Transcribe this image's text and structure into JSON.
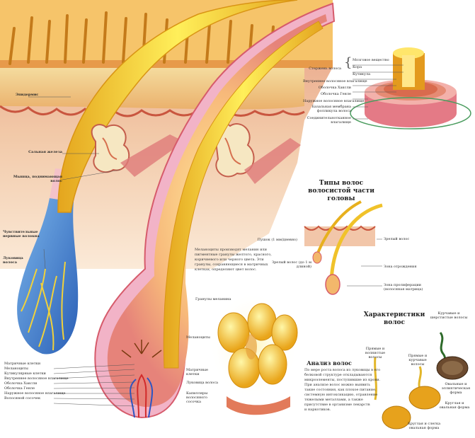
{
  "main_labels": {
    "epidermis": "Эпидермис",
    "sebaceous_gland": "Сальная железа",
    "arrector_muscle": "Мышца, поднимающая волос",
    "sensory_nerves": "Чувствительные нервные волокна",
    "bulb": "Луковица волоса",
    "melanin_granules": "Гранулы меланина",
    "melanocytes_right": "Меланоциты",
    "matrix_cells": "Матричные клетки",
    "hair_bulb_right": "Луковица волоса",
    "papilla_capillaries": "Капилляры волосяного сосочка"
  },
  "bulb_layers": [
    "Матричные клетки",
    "Меланоциты",
    "Кутикулярные клетки",
    "Внутреннее волосяное влагалище",
    "Оболочка Хаксли",
    "Оболочка Генле",
    "Наружное волосяное влагалище",
    "Волосяной сосочек"
  ],
  "cross_section": {
    "shaft_group": "Стержень волоса",
    "labels": [
      "Мозговое вещество",
      "Кора",
      "Кутикула",
      "Внутреннее волосяное влагалище",
      "Оболочка Хаксли",
      "Оболочка Генле",
      "Наружное волосяное влагалище",
      "Базальная мембрана фолликула волоса",
      "Соединительнотканное влагалище"
    ]
  },
  "melanin_text": "Меланоциты производят меланин или\nпигментные гранулы желтого, красного,\nкоричневого или черного цвета. Эти\nгранулы, сохраняющиеся в матричных\nклетках, определяют цвет волос.",
  "types": {
    "title": "Типы волос волосистой части головы",
    "vellus": "Пушок (1 мм/дневно)",
    "mature_left": "Зрелый волос (до 1 м длиной)",
    "mature_right": "Зрелый волос",
    "growth_zone": "Зона отрождения",
    "prolif_zone": "Зона пролиферации (волосяная матрица)"
  },
  "analysis": {
    "title": "Анализ волос",
    "text": "По мере роста волоса из луковицы в его\nбелковой структуре откладываются\nмикроэлементы, поступившие из крови.\nПри анализе волос можно выявить\nтакие состояния, как плохое питание,\nсистемную интоксикацию, отравление\nтяжелыми металлами, а также\nприсутствие в организме лекарств\nи наркотиков."
  },
  "characteristics": {
    "title": "Характеристики волос",
    "labels": [
      "Курчавые и шерстистые волосы",
      "Прямые и волнистые волосы",
      "Прямые и курчавые волосы",
      "Овальные и эллиптическая форма",
      "Круглая и овальная форма",
      "Круглая и слегка овальная форма"
    ]
  }
}
